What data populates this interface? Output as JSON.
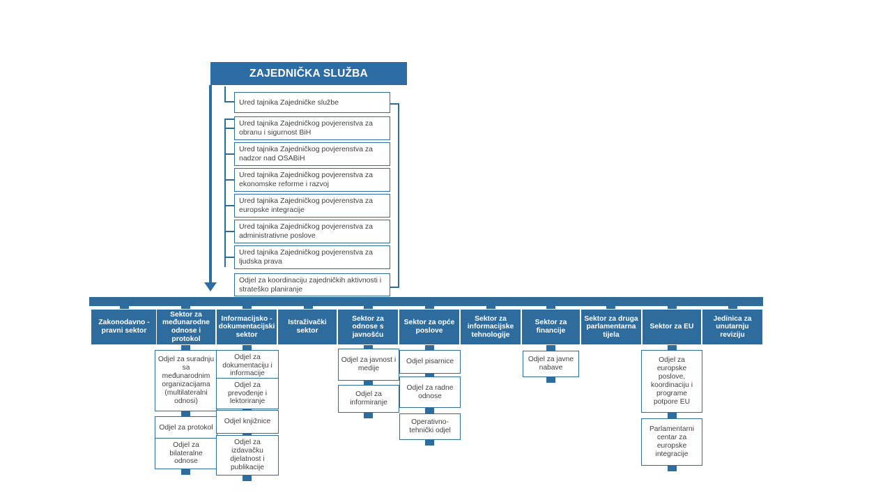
{
  "meta": {
    "title": "ZAJEDNIČKA SLUŽBA",
    "language": "hr-BA",
    "colors": {
      "header_blue": "#2E6DA4",
      "sector_blue": "#2E6C9E",
      "box_border": "#2E6C9E",
      "box_fill": "#FFFFFF",
      "text_dark": "#404040",
      "text_light": "#FFFFFF",
      "page_background": "#FFFFFF"
    }
  },
  "root": {
    "label": "ZAJEDNIČKA SLUŽBA"
  },
  "staff_units": [
    {
      "label": "Ured tajnika Zajedničke službe"
    },
    {
      "label": "Ured tajnika Zajedničkog povjerenstva za obranu i sigurnost BiH"
    },
    {
      "label": "Ured tajnika Zajedničkog povjerenstva za nadzor nad OSABiH"
    },
    {
      "label": "Ured tajnika Zajedničkog povjerenstva za ekonomske reforme i razvoj"
    },
    {
      "label": "Ured tajnika Zajedničkog povjerenstva za europske integracije"
    },
    {
      "label": "Ured tajnika Zajedničkog povjerenstva za administrativne poslove"
    },
    {
      "label": "Ured tajnika Zajedničkog povjerenstva za ljudska prava"
    },
    {
      "label": "Odjel za koordinaciju zajedničkih aktivnosti i strateško planiranje"
    }
  ],
  "sectors": [
    {
      "label": "Zakonodavno - pravni sektor",
      "departments": []
    },
    {
      "label": "Sektor za međunarodne odnose i protokol",
      "departments": [
        {
          "label": "Odjel za suradnju sa međunarodnim organizacijama (multilateralni odnosi)"
        },
        {
          "label": "Odjel za protokol"
        },
        {
          "label": "Odjel za bilateralne odnose"
        }
      ]
    },
    {
      "label": "Informacijsko - dokumentacijski sektor",
      "departments": [
        {
          "label": "Odjel za dokumentaciju i informacije"
        },
        {
          "label": "Odjel za prevođenje i lektoriranje"
        },
        {
          "label": "Odjel knjižnice"
        },
        {
          "label": "Odjel za izdavačku djelatnost i publikacije"
        }
      ]
    },
    {
      "label": "Istraživački sektor",
      "departments": []
    },
    {
      "label": "Sektor za odnose s javnošću",
      "departments": [
        {
          "label": "Odjel za javnost i medije"
        },
        {
          "label": "Odjel za informiranje"
        }
      ]
    },
    {
      "label": "Sektor za opće poslove",
      "departments": [
        {
          "label": "Odjel pisarnice"
        },
        {
          "label": "Odjel za radne odnose"
        },
        {
          "label": "Operativno-tehnički odjel"
        }
      ]
    },
    {
      "label": "Sektor za informacijske tehnologije",
      "departments": []
    },
    {
      "label": "Sektor za financije",
      "departments": [
        {
          "label": "Odjel za javne nabave"
        }
      ]
    },
    {
      "label": "Sektor za druga parlamentarna tijela",
      "departments": []
    },
    {
      "label": "Sektor za EU",
      "departments": [
        {
          "label": "Odjel za europske poslove, koordinaciju i programe potpore EU"
        },
        {
          "label": "Parlamentarni centar za europske integracije"
        }
      ]
    },
    {
      "label": "Jedinica za unutarnju reviziju",
      "departments": []
    }
  ]
}
